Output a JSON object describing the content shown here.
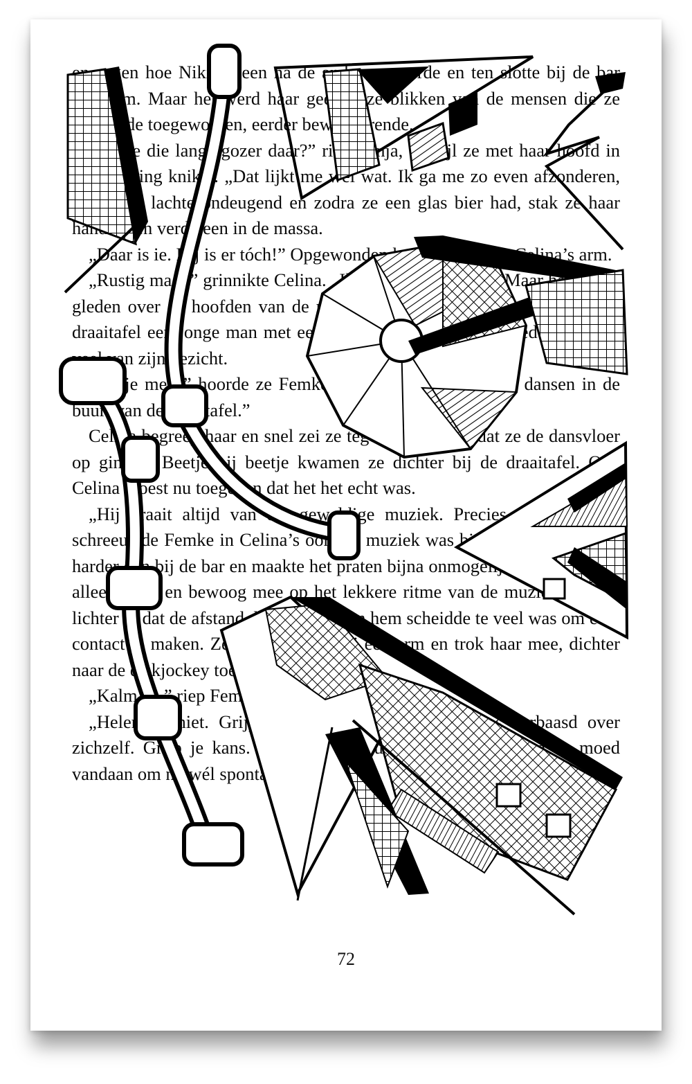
{
  "page": {
    "paragraphs": [
      {
        "indent": false,
        "text": "en zagen hoe Niki de een na de ander passeerde en ten slotte bij de bar uitkwam. Maar het werd haar geen boze blikken van de mensen die ze passeerde toegeworpen, eerder bewonderende."
      },
      {
        "indent": true,
        "text": "„Zie je die lange gozer daar?” riep Sonja, terwijl ze met haar hoofd in zijn richting knikte. „Dat lijkt me wel wat. Ik ga me zo even afzonderen, hoor.” Ze lachte ondeugend en zodra ze een glas bier had, stak ze haar hand op en verdween in de massa."
      },
      {
        "indent": true,
        "text": "„Daar is ie. Hij is er tóch!” Opgewonden kneep Femke in Celina’s arm."
      },
      {
        "indent": true,
        "text": "„Rustig maar,” grinnikte Celina. „Ik zie hem niet eens.” Maar haar ogen gleden over de hoofden van de mensen heen en opeens zag ze naast de draaitafel een jonge man met een pet. Hij kon het zijn, al bedekte de pet veel van zijn gezicht."
      },
      {
        "indent": true,
        "text": "„Ga je mee?” hoorde ze Femke zeggen. „Laten we gaan dansen in de buurt van de draaitafel.”"
      },
      {
        "indent": true,
        "text": "Celina begreep haar en snel zei ze tegen de anderen dat ze de dansvloer op gingen. Beetje bij beetje kwamen ze dichter bij de draaitafel. Ook Celina moest nu toegeven dat het het echt was."
      },
      {
        "indent": true,
        "text": "„Hij draait altijd van die geweldige muziek. Precies mijn smaak,” schreeuwde Femke in Celina’s oor. De muziek was bij de draaitafels veel harder dan bij de bar en maakte het praten bijna onmogelijk. Celina knikte alleen maar en bewoog mee op het lekkere ritme van de muziek. Ze zag lichter in dat de afstand die hen nog van hem scheidde te veel was om echt contact te maken. Ze greep Femke bij een arm en trok haar mee, dichter naar de diskjockey toe."
      },
      {
        "indent": true,
        "text": "„Kalm an,” riep Femke."
      },
      {
        "indent": true,
        "text": "„Helemaal niet. Grijp je kans,” siste Celina en was verbaasd over zichzelf. Grijp je kans. Alsof zíj dat durfde. Waar haalde ze de moed vandaan om nu wél spontaan naar"
      }
    ],
    "page_number": "72"
  }
}
